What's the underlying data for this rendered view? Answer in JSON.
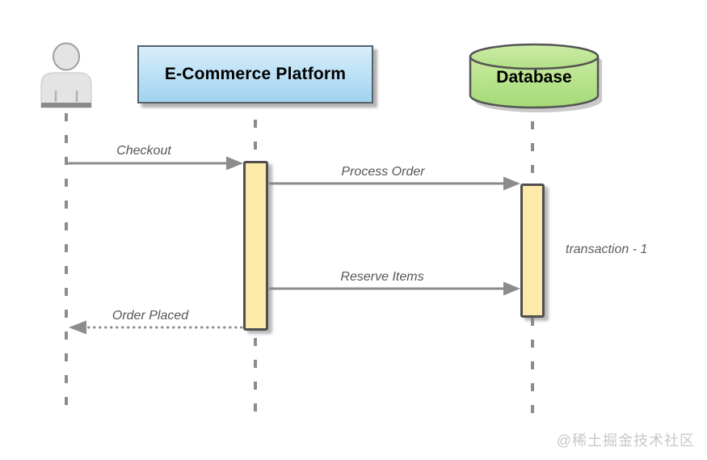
{
  "diagram": {
    "type": "sequence-diagram",
    "participants": {
      "user": {
        "kind": "actor"
      },
      "platform": {
        "label": "E-Commerce Platform",
        "kind": "box"
      },
      "database": {
        "label": "Database",
        "kind": "cylinder"
      }
    },
    "messages": {
      "checkout": {
        "label": "Checkout",
        "from": "user",
        "to": "platform",
        "style": "solid"
      },
      "process_order": {
        "label": "Process Order",
        "from": "platform",
        "to": "database",
        "style": "solid"
      },
      "reserve_items": {
        "label": "Reserve Items",
        "from": "platform",
        "to": "database",
        "style": "solid"
      },
      "order_placed": {
        "label": "Order Placed",
        "from": "platform",
        "to": "user",
        "style": "dotted"
      }
    },
    "annotations": {
      "transaction": {
        "label": "transaction - 1"
      }
    },
    "colors": {
      "participant_box_fill": "#bfe2f6",
      "database_fill": "#b5e38d",
      "activation_fill": "#fdeaa8",
      "line": "#8c8c8c",
      "label_text": "#565656",
      "border": "#4f4f4f"
    }
  },
  "watermark": {
    "text": "@稀土掘金技术社区"
  }
}
